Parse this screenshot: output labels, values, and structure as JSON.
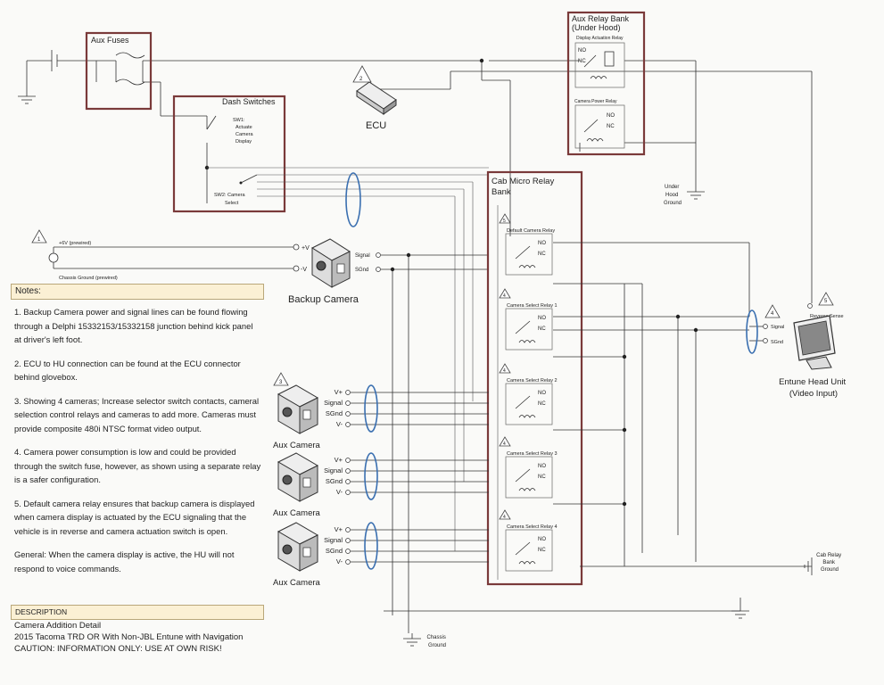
{
  "colors": {
    "box": "#7a3a3a",
    "oval": "#3a6fb0",
    "notes_bg": "#fbf0d4"
  },
  "aux_fuses": {
    "title": "Aux Fuses"
  },
  "dash_switches": {
    "title": "Dash Switches",
    "sw1": [
      "SW1:",
      "Actuate",
      "Camera",
      "Display"
    ],
    "sw2": [
      "SW2: Camera",
      "Select"
    ]
  },
  "ecu": {
    "label": "ECU"
  },
  "aux_relay_bank": {
    "title_lines": [
      "Aux Relay Bank",
      "(Under Hood)"
    ],
    "relays": [
      {
        "label": "Display Actuation Relay",
        "no": "NO",
        "nc": "NC"
      },
      {
        "label": "Camera Power Relay",
        "no": "NO",
        "nc": "NC"
      }
    ]
  },
  "under_hood_ground": [
    "Under",
    "Hood",
    "Ground"
  ],
  "power": {
    "plus6v": "+6V (prewired)",
    "chassis": "Chassis Ground (prewired)",
    "vplus": "+V",
    "vminus": "-V"
  },
  "backup_camera": {
    "label": "Backup Camera",
    "signal": "Signal",
    "sgnd": "SGnd"
  },
  "cab_relay_bank": {
    "title_lines": [
      "Cab Micro Relay",
      "Bank"
    ],
    "relays": [
      {
        "label": "Default Camera Relay",
        "no": "NO",
        "nc": "NC"
      },
      {
        "label": "Camera Select Relay 1",
        "no": "NO",
        "nc": "NC"
      },
      {
        "label": "Camera Select Relay 2",
        "no": "NO",
        "nc": "NC"
      },
      {
        "label": "Camera Select Relay 3",
        "no": "NO",
        "nc": "NC"
      },
      {
        "label": "Camera Select Relay 4",
        "no": "NO",
        "nc": "NC"
      }
    ]
  },
  "head_unit": {
    "lines": [
      "Entune Head Unit",
      "(Video Input)"
    ],
    "signal": "Signal",
    "sgnd": "SGnd",
    "reverse": "Reverse Sense"
  },
  "aux_camera": {
    "label": "Aux Camera",
    "pins": [
      "V+",
      "Signal",
      "SGnd",
      "V-"
    ]
  },
  "cab_relay_ground": [
    "Cab Relay",
    "Bank",
    "Ground"
  ],
  "chassis_ground": [
    "Chassis",
    "Ground"
  ],
  "triangles": [
    "1",
    "2",
    "3",
    "4",
    "5"
  ],
  "notes": {
    "heading": "Notes:",
    "items": [
      "1. Backup Camera power and signal lines can be found flowing\nthrough a Delphi 15332153/15332158 junction behind kick panel\nat driver's left foot.",
      "2. ECU to HU connection can be found at the ECU connector\nbehind glovebox.",
      "3. Showing 4 cameras; Increase selector switch contacts, cameral\nselection control relays and cameras to add more. Cameras must\nprovide composite 480i NTSC format video output.",
      "4. Camera power consumption is low and could be provided\nthrough the switch fuse, however, as shown using a separate relay\nis a safer configuration.",
      "5. Default camera relay ensures that backup camera is displayed\nwhen camera display is actuated by the ECU signaling that the\nvehicle is in reverse and camera actuation switch is open.",
      "General: When the camera display is active, the HU will not\nrespond to voice commands."
    ]
  },
  "description": {
    "heading": "DESCRIPTION",
    "lines": [
      "Camera Addition Detail",
      "2015 Tacoma TRD OR With Non-JBL Entune with Navigation",
      "CAUTION: INFORMATION ONLY: USE AT OWN RISK!"
    ]
  }
}
